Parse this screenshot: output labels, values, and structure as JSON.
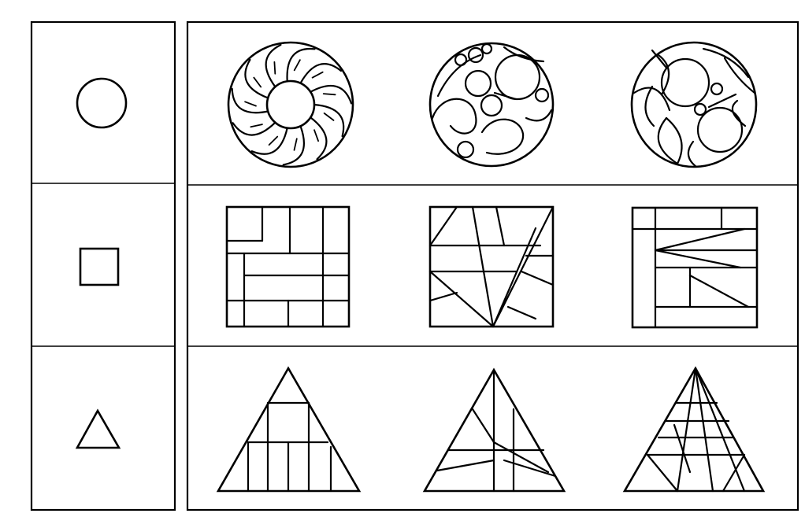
{
  "colors": {
    "ink": "#000000",
    "paper": "#ffffff"
  },
  "rows": [
    {
      "base_shape": "circle",
      "variants": [
        "curved-crescent-ring",
        "circles-and-waves",
        "lens-and-circles"
      ]
    },
    {
      "base_shape": "square",
      "variants": [
        "rectilinear-subdivision",
        "diagonal-subdivision",
        "zigzag-subdivision"
      ]
    },
    {
      "base_shape": "triangle",
      "variants": [
        "grid-subdivision",
        "mixed-line-subdivision",
        "radiating-line-subdivision"
      ]
    }
  ]
}
